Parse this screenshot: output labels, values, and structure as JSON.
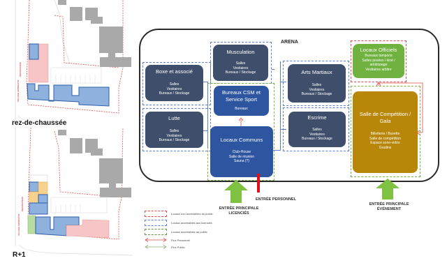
{
  "floor_plans": [
    {
      "level_label": "rez-de-chaussée",
      "street_labels": [
        "RECURATEUR",
        "VILLAGE ASSOCIATIF"
      ]
    },
    {
      "level_label": "R+1",
      "street_labels": [
        "RECURATEUR",
        "VILLAGE ASSOCIATIF"
      ]
    }
  ],
  "arena": {
    "title": "ARENA",
    "boxes": {
      "musculation": {
        "title": "Musculation",
        "lines": [
          "Salles",
          "Vestiaires",
          "Bureaux / Stockage"
        ]
      },
      "boxe": {
        "title": "Boxe et associé",
        "lines": [
          "Salles",
          "Vestiaires",
          "Bureaux / Stockage"
        ]
      },
      "bureaux_csm": {
        "title": "Bureaux CSM et Service Sport",
        "lines": [
          "Bureaux"
        ]
      },
      "lutte": {
        "title": "Lutte",
        "lines": [
          "Salles",
          "Vestiaires",
          "Bureaux / Stockage"
        ]
      },
      "locaux_communs": {
        "title": "Locaux Communs",
        "lines": [
          "Club-House",
          "Salle de réunion",
          "Sauna (?)"
        ]
      },
      "arts_martiaux": {
        "title": "Arts Martiaux",
        "lines": [
          "Salles",
          "Vestiaires",
          "Bureaux / Stockage"
        ]
      },
      "escrime": {
        "title": "Escrime",
        "lines": [
          "Salles",
          "Vestiaires",
          "Bureaux / Stockage"
        ]
      },
      "locaux_officiels": {
        "title": "Locaux Officiels",
        "lines": [
          "Bureaux tampons",
          "Salles pesées / kiné /",
          "antidopage",
          "Vestiaires arbitre"
        ]
      },
      "salle_competition": {
        "title": "Salle de Compétition / Gala",
        "lines": [
          "Billetterie / Buvette",
          "Salle de compétition",
          "Espace sono-vidéo",
          "Gradins"
        ]
      }
    }
  },
  "entries": {
    "licencies": "ENTRÉE PRINCIPALE LICENCIÉS",
    "personnel": "ENTRÉE PERSONNEL",
    "evenement": "ENTRÉE PRINCIPALE ÉVÉNEMENT"
  },
  "legend": [
    {
      "label": "Locaux non accessibles au public",
      "kind": "dashed-box",
      "color": "#e24b4b"
    },
    {
      "label": "Locaux accessibles aux licenciés",
      "kind": "dashed-box",
      "color": "#5b7fd6"
    },
    {
      "label": "Locaux accessibles au public",
      "kind": "dashed-box",
      "color": "#7ab648"
    },
    {
      "label": "Flux Personnel",
      "kind": "double-arrow",
      "color": "#e24b4b"
    },
    {
      "label": "Flux Public",
      "kind": "double-arrow",
      "color": "#8fae7a"
    }
  ],
  "colors": {
    "slate": "#3f4f6b",
    "navy": "#2e55a0",
    "green": "#6fb23f",
    "gold": "#b8870a",
    "entry_arrow": "#7fc241",
    "personnel_bar": "#e0101a"
  }
}
